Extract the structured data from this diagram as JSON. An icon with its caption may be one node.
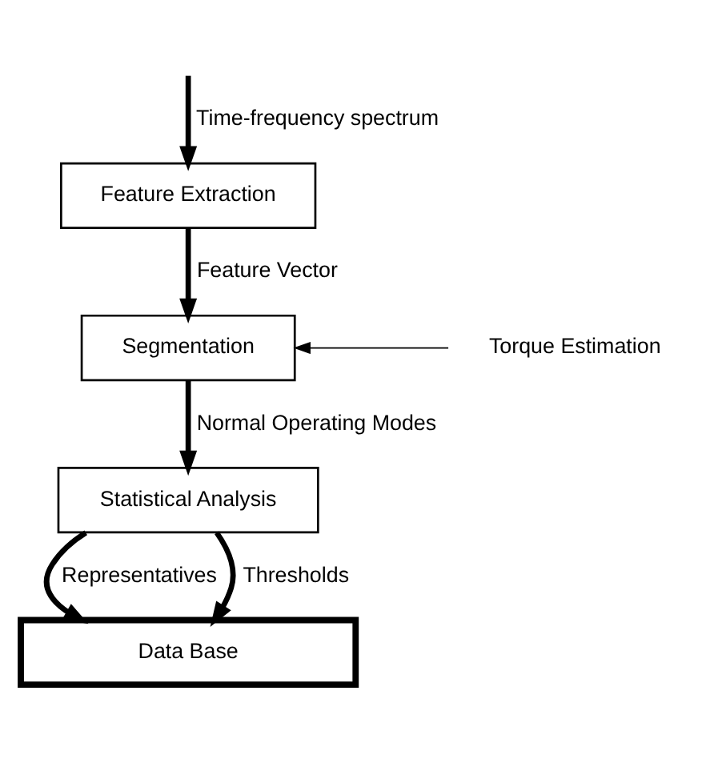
{
  "diagram": {
    "nodes": [
      {
        "text": [
          "Feature Extraction"
        ]
      },
      {
        "text": [
          "Segmentation"
        ]
      },
      {
        "text": [
          "Statistical Analysis"
        ]
      },
      {
        "text": [
          "Data Base"
        ]
      },
      {
        "text": [
          "Torque Estimation"
        ]
      }
    ],
    "edges": [
      {
        "from": null,
        "to": 0,
        "arrow": "to",
        "label": "Time-frequency spectrum"
      },
      {
        "from": 0,
        "to": 1,
        "arrow": "to",
        "label": "Feature Vector"
      },
      {
        "from": 4,
        "to": 1,
        "arrow": "to"
      },
      {
        "from": 1,
        "to": 2,
        "arrow": "to",
        "label": "Normal Operating Modes"
      },
      {
        "from": 2,
        "to": 3,
        "arrow": "to",
        "label": "Representatives"
      },
      {
        "from": 2,
        "to": 3,
        "arrow": "to",
        "label": "Thresholds"
      }
    ]
  }
}
